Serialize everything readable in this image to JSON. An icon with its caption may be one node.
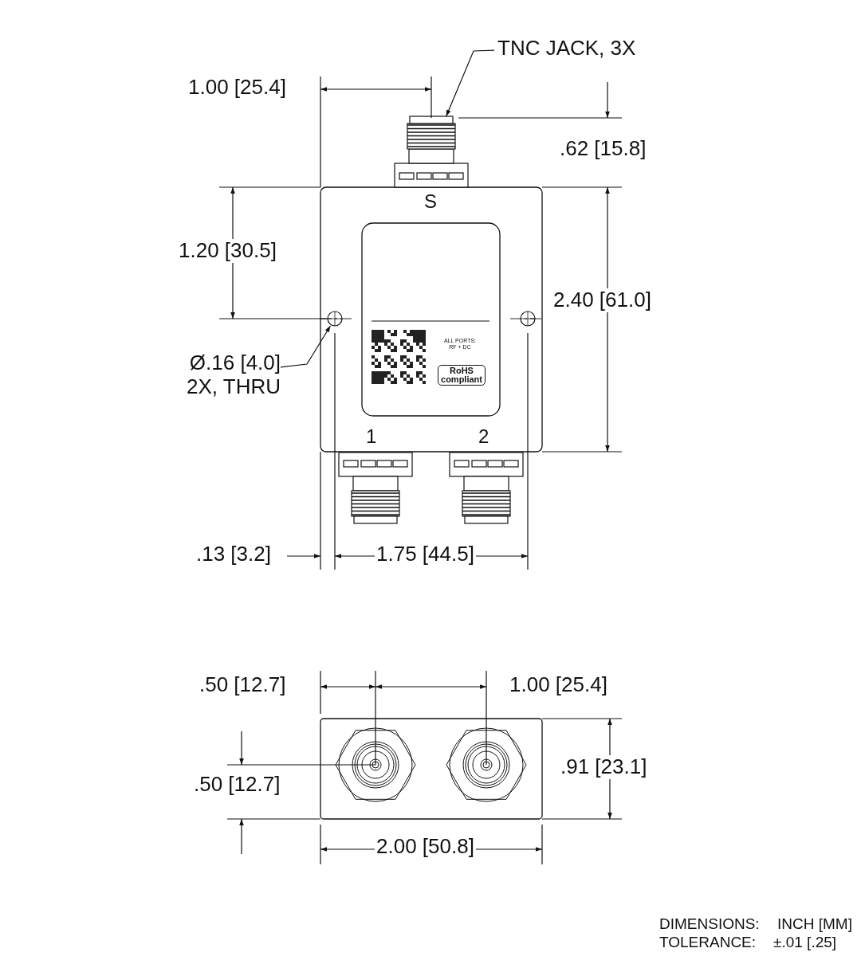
{
  "diagram": {
    "nodes": [
      {
        "text": [
          "TNC JACK, 3X"
        ]
      },
      {
        "text": [],
        "shape": "picture"
      },
      {
        "text": [
          "Ø.16 [4.0] 2X, THRU"
        ]
      },
      {
        "text": [],
        "shape": "circle"
      },
      {
        "text": [],
        "shape": "circle"
      }
    ],
    "edges": [
      {
        "from": 0,
        "to": 1,
        "arrow": "to"
      },
      {
        "from": 2,
        "to": 3,
        "arrow": "to"
      }
    ],
    "labels": [
      "1.00 [25.4]",
      ".62 [15.8]",
      "S",
      "1.20 [30.5]",
      "2.40 [61.0]",
      "ALL PORTS: RF + DC",
      "RoHS compliant",
      "1",
      "2",
      ".13 [3.2]",
      "1.75 [44.5]",
      ".50 [12.7]",
      "1.00 [25.4]",
      ".50 [12.7]",
      ".91 [23.1]",
      "2.00 [50.8]",
      "DIMENSIONS:",
      "INCH [MM]",
      "TOLERANCE:",
      "±.01 [.25]"
    ]
  }
}
